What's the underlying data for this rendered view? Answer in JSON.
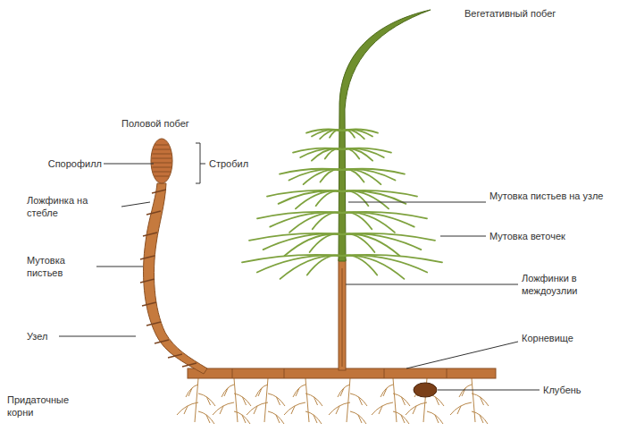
{
  "diagram": {
    "labels": [
      "Вегетативный побег",
      "Половой побег",
      "Спорофилл",
      "Стробил",
      "Ложфинка на стебле",
      "Мутовка пистьев",
      "Узел",
      "Придаточные корни",
      "Мутовка пистьев на узле",
      "Мутовка веточек",
      "Ложфинки в междоузлии",
      "Корневище",
      "Клубень"
    ]
  }
}
